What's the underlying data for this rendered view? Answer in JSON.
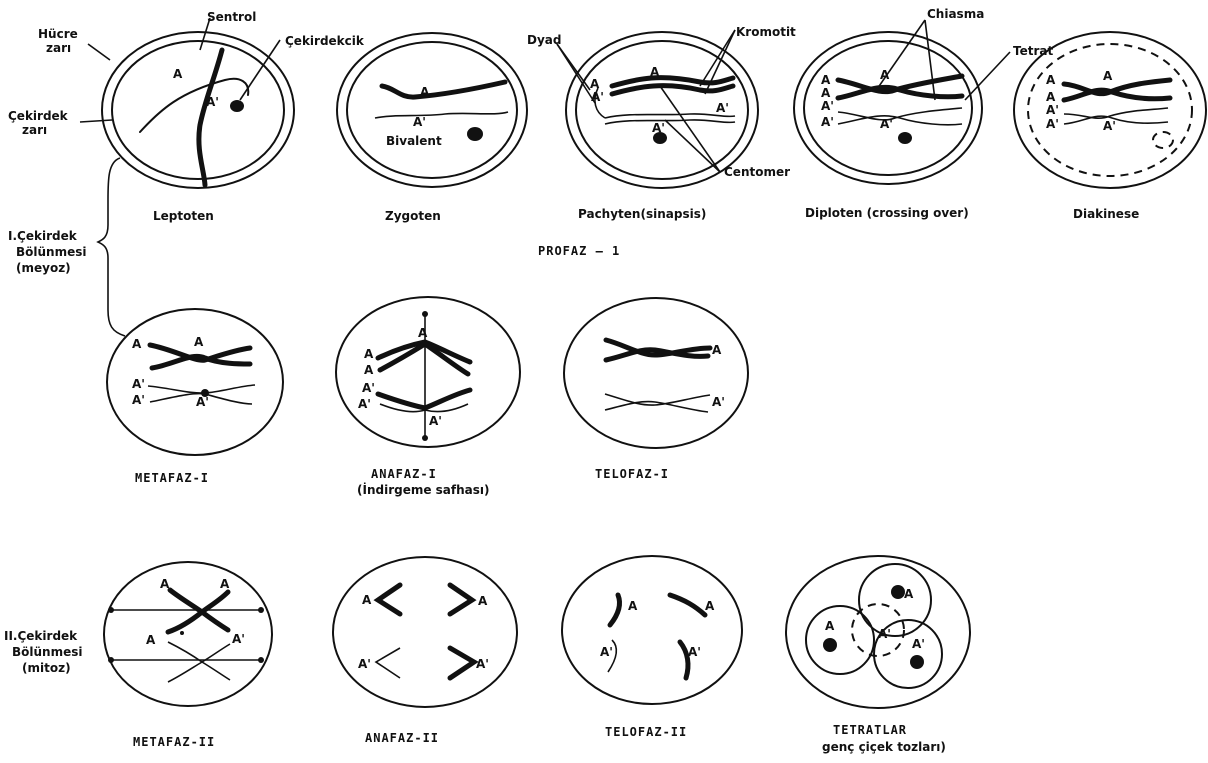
{
  "labels": {
    "sentrol": "Sentrol",
    "hucre_1": "Hücre",
    "hucre_2": "zarı",
    "cekirdekcik": "Çekirdekcik",
    "cekirdek_1": "Çekirdek",
    "cekirdek_2": "zarı",
    "dyad": "Dyad",
    "kromotit": "Kromotit",
    "chiasma": "Chiasma",
    "tetrat": "Tetrat",
    "bivalent": "Bivalent",
    "centomer": "Centomer",
    "division_1_a": "I.Çekirdek",
    "division_1_b": "Bölünmesi",
    "division_1_c": "(meyoz)",
    "division_2_a": "II.Çekirdek",
    "division_2_b": "Bölünmesi",
    "division_2_c": "(mitoz)",
    "profaz": "PROFAZ – 1"
  },
  "stages": {
    "leptoten": "Leptoten",
    "zygoten": "Zygoten",
    "pachyten": "Pachyten(sinapsis)",
    "diploten": "Diploten (crossing over)",
    "diakinese": "Diakinese",
    "metafaz1": "METAFAZ-I",
    "anafaz1": "ANAFAZ-I",
    "anafaz1_sub": "(İndirgeme safhası)",
    "telofaz1": "TELOFAZ-I",
    "metafaz2": "METAFAZ-II",
    "anafaz2": "ANAFAZ-II",
    "telofaz2": "TELOFAZ-II",
    "tetratlar": "TETRATLAR",
    "tetratlar_sub": "genç çiçek tozları)"
  },
  "markers": {
    "a": "A",
    "a_prime": "A'"
  }
}
